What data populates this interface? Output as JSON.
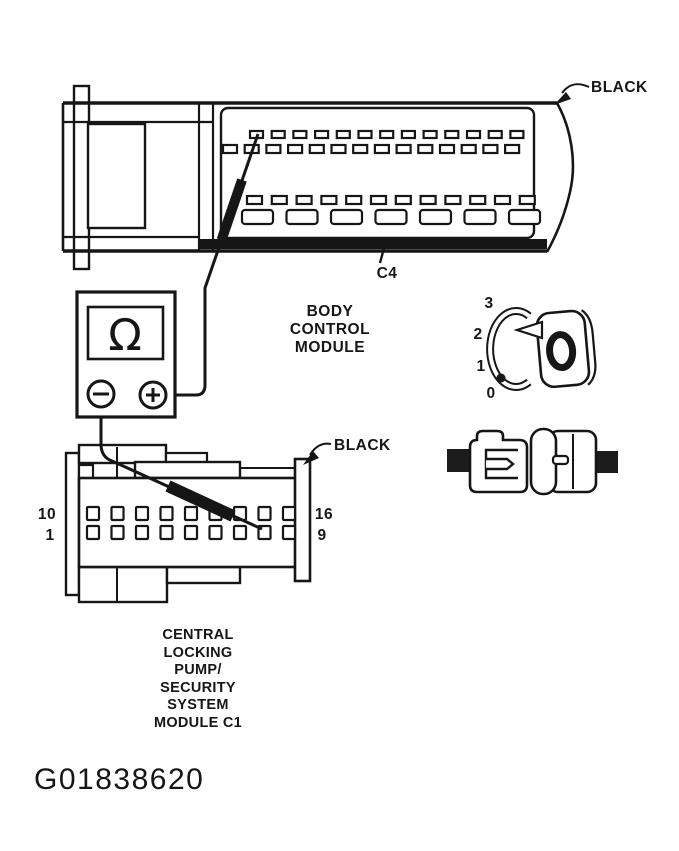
{
  "figure_id": "G01838620",
  "colors": {
    "ink": "#161616",
    "paper": "#ffffff"
  },
  "bcm": {
    "connector_color_label": "BLACK",
    "connector_id": "C4",
    "name_lines": [
      "BODY",
      "CONTROL",
      "MODULE"
    ]
  },
  "module": {
    "connector_color_label": "BLACK",
    "name_lines": [
      "CENTRAL",
      "LOCKING",
      "PUMP/",
      "SECURITY",
      "SYSTEM",
      "MODULE C1"
    ],
    "pin_labels": {
      "top_left": "10",
      "bottom_left": "1",
      "top_right": "16",
      "bottom_right": "9"
    }
  },
  "ohmmeter": {
    "symbol": "Ω"
  },
  "ignition_positions": [
    "3",
    "2",
    "1",
    "0"
  ]
}
